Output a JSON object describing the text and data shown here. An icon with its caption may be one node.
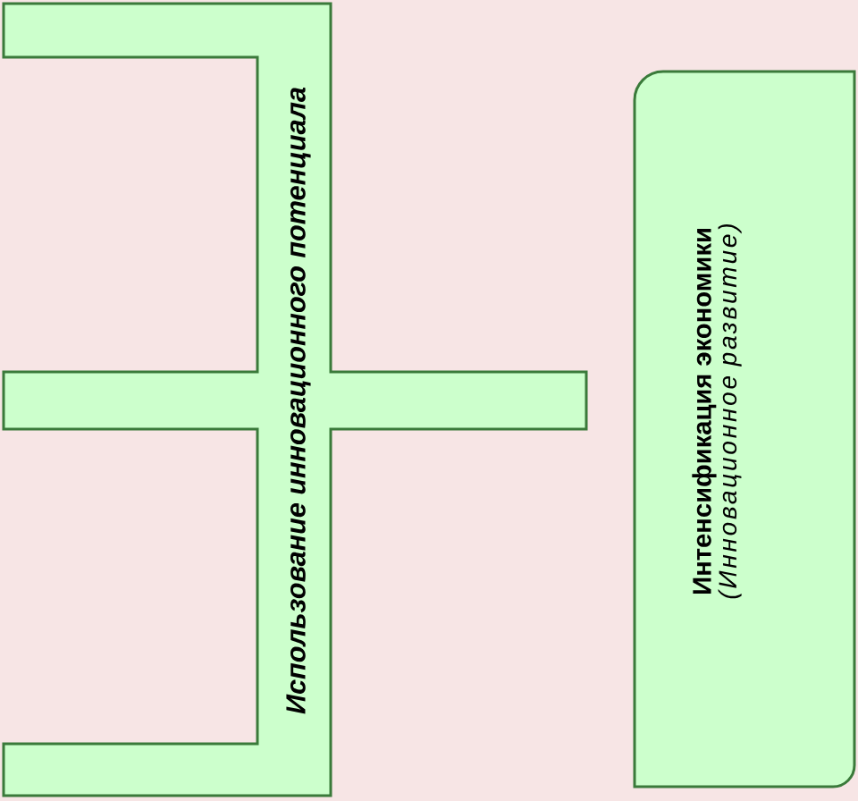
{
  "diagram": {
    "nodes": [
      {
        "text": [
          "Использование инновационного потенциала"
        ]
      },
      {
        "text": [
          "Интенсификация экономики",
          "(Инновационное развитие)"
        ]
      }
    ]
  }
}
